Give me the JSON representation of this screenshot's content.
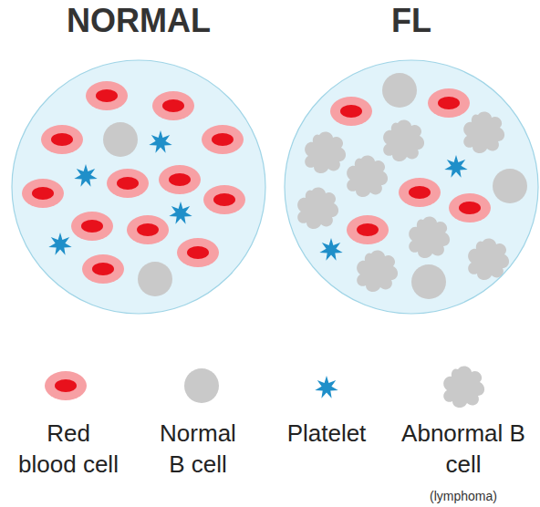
{
  "diagram": {
    "nodes": [
      {
        "text": [
          "NORMAL"
        ]
      },
      {
        "text": [
          "FL"
        ]
      }
    ],
    "labels": [
      "(lymphoma)"
    ],
    "legend": [
      {
        "text": "Red blood cell"
      },
      {
        "text": "Normal B cell"
      },
      {
        "text": "Platelet"
      },
      {
        "text": "Abnormal B cell"
      }
    ]
  }
}
